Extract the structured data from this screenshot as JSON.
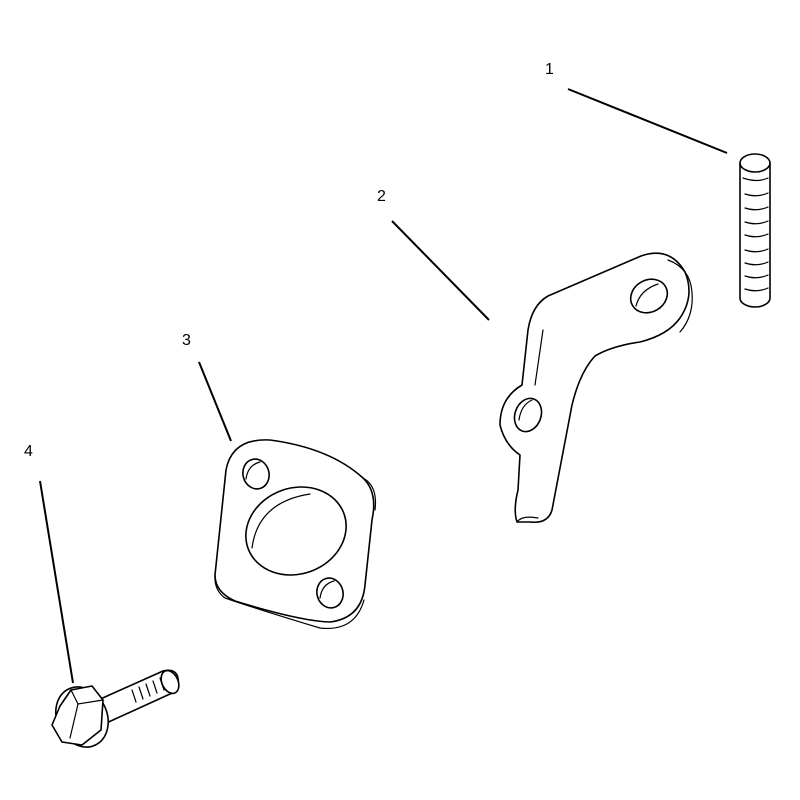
{
  "callouts": [
    {
      "id": "1",
      "part": "stud-pin"
    },
    {
      "id": "2",
      "part": "bracket"
    },
    {
      "id": "3",
      "part": "gasket"
    },
    {
      "id": "4",
      "part": "flange-bolt"
    }
  ],
  "colors": {
    "line": "#000000",
    "background": "#ffffff"
  }
}
